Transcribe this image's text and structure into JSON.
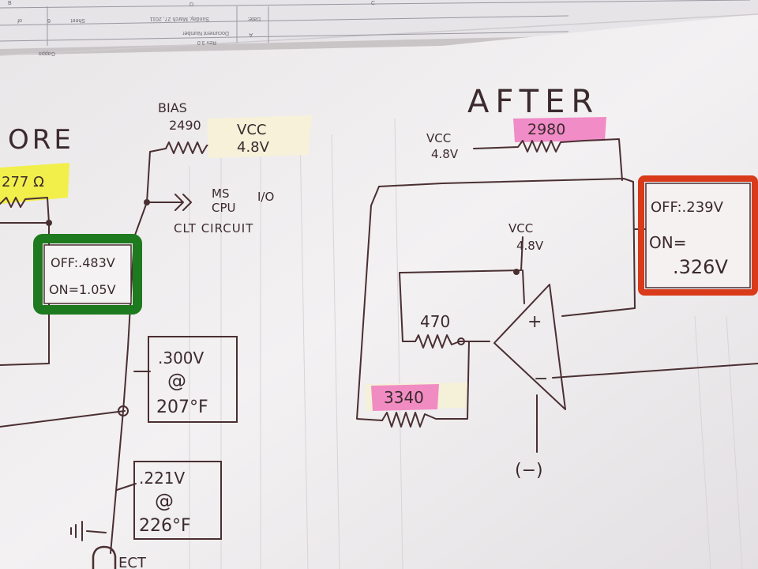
{
  "title_block": {
    "col_b": "B",
    "col_c": "C",
    "col_d": "D",
    "date_label": "Date:",
    "date_value": "Sunday, March 27, 2011",
    "sheet_label": "Sheet",
    "sheet_num": "6",
    "of_label": "of",
    "doc_label": "Document Number",
    "rev_label": "Rev 3.0",
    "size_label": "A",
    "designer": "Gappa"
  },
  "before": {
    "heading": "ORE",
    "resistor_value": "277 Ω",
    "bias_label": "BIAS",
    "bias_value": "2490",
    "vcc_label": "VCC",
    "vcc_value": "4.8V",
    "ms_cpu_label": "MS",
    "cpu_label": "CPU",
    "io_label": "I/O",
    "circuit_label": "CLT CIRCUIT",
    "off_reading": "OFF:.483V",
    "on_reading": "ON=1.05V",
    "reading1_value": ".300V",
    "reading1_at": "@",
    "reading1_temp": "207°F",
    "reading2_value": ".221V",
    "reading2_at": "@",
    "reading2_temp": "226°F",
    "ect_label": "ECT"
  },
  "after": {
    "heading": "AFTER",
    "vcc_top_label": "VCC",
    "vcc_top_value": "4.8V",
    "feedback_resistor": "2980",
    "vcc_mid_label": "VCC",
    "vcc_mid_value": "4.8V",
    "input_resistor": "470",
    "ground_resistor": "3340",
    "plus_sign": "+",
    "minus_sign": "−",
    "neg_supply": "(−)",
    "off_reading": "OFF:.239V",
    "on_label": "ON=",
    "on_value": ".326V"
  },
  "colors": {
    "paper": "#f1eeef",
    "ink": "#4a2f32",
    "yellow_highlight": "#f2f03a",
    "green_highlight": "#1e7a1e",
    "red_highlight": "#d83a1a",
    "pink_highlight": "#f07ac0"
  }
}
